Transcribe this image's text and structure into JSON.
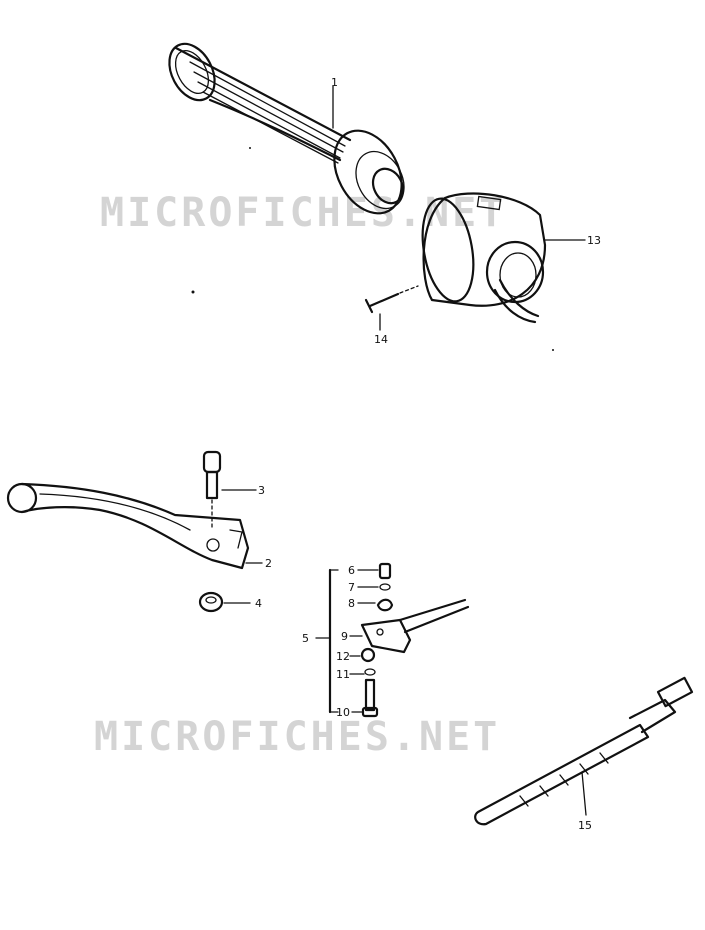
{
  "watermarks": {
    "top": "MICROFICHES.NET",
    "bottom": "MICROFICHES.NET"
  },
  "callouts": {
    "c1": "1",
    "c2": "2",
    "c3": "3",
    "c4": "4",
    "c5": "5",
    "c6": "6",
    "c7": "7",
    "c8": "8",
    "c9": "9",
    "c10": "10",
    "c11": "11",
    "c12": "12",
    "c13": "13",
    "c14": "14",
    "c15": "15"
  },
  "colors": {
    "ink": "#111111",
    "watermark": "#d4d4d4",
    "background": "#ffffff"
  }
}
